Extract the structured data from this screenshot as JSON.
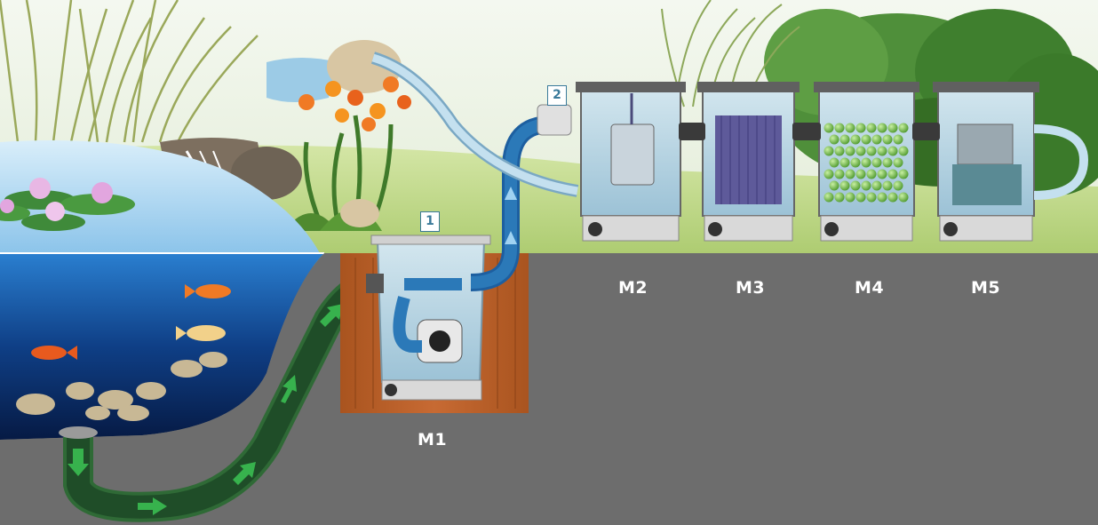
{
  "modules": [
    {
      "id": "M1",
      "label": "M1"
    },
    {
      "id": "M2",
      "label": "M2"
    },
    {
      "id": "M3",
      "label": "M3"
    },
    {
      "id": "M4",
      "label": "M4"
    },
    {
      "id": "M5",
      "label": "M5"
    }
  ],
  "badges": [
    "1",
    "2"
  ],
  "colors": {
    "sky": "#eef4e8",
    "ground": "#6d6d6d",
    "lawn": "#b7d47a",
    "water": "#1d5fae",
    "pipe": "#2b79b8",
    "soil": "#b5612d",
    "tank": "#b9d6e4",
    "arrow": "#37b24d"
  }
}
